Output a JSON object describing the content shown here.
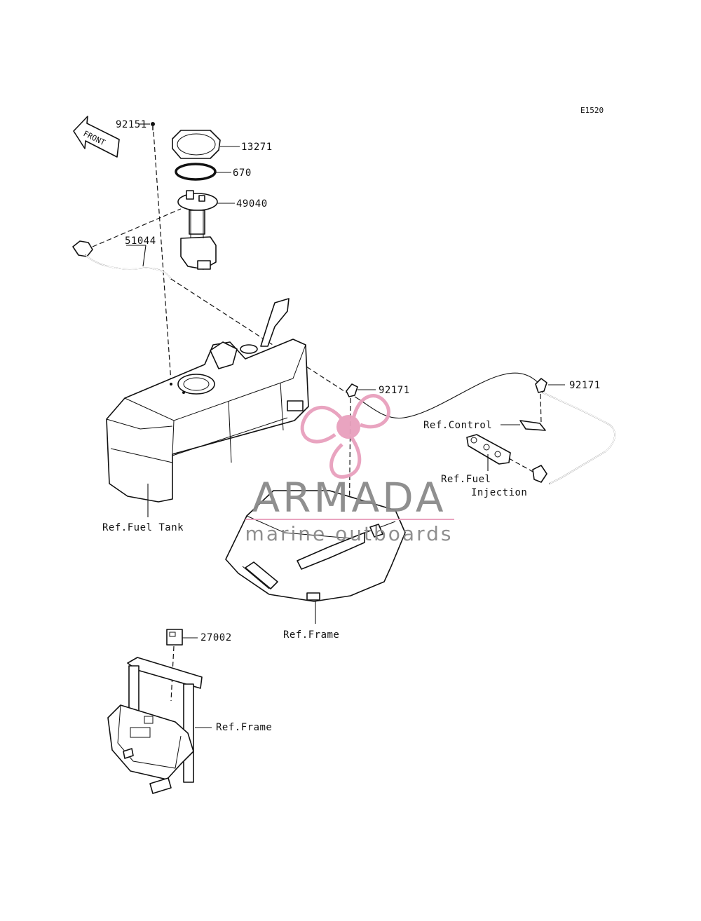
{
  "diagram": {
    "code": "E1520",
    "front_label": "FRONT",
    "callouts": {
      "p92151": "92151",
      "p13271": "13271",
      "p670": "670",
      "p49040": "49040",
      "p51044": "51044",
      "p92171a": "92171",
      "p92171b": "92171",
      "p27002": "27002"
    },
    "refs": {
      "control": "Ref.Control",
      "fuel_injection_1": "Ref.Fuel",
      "fuel_injection_2": "Injection",
      "fuel_tank": "Ref.Fuel Tank",
      "frame_1": "Ref.Frame",
      "frame_2": "Ref.Frame"
    }
  },
  "watermark": {
    "brand": "ARMADA",
    "tagline": "marine outboards",
    "logo_color": "#e8a0bd",
    "text_color": "#8a8a8a"
  }
}
